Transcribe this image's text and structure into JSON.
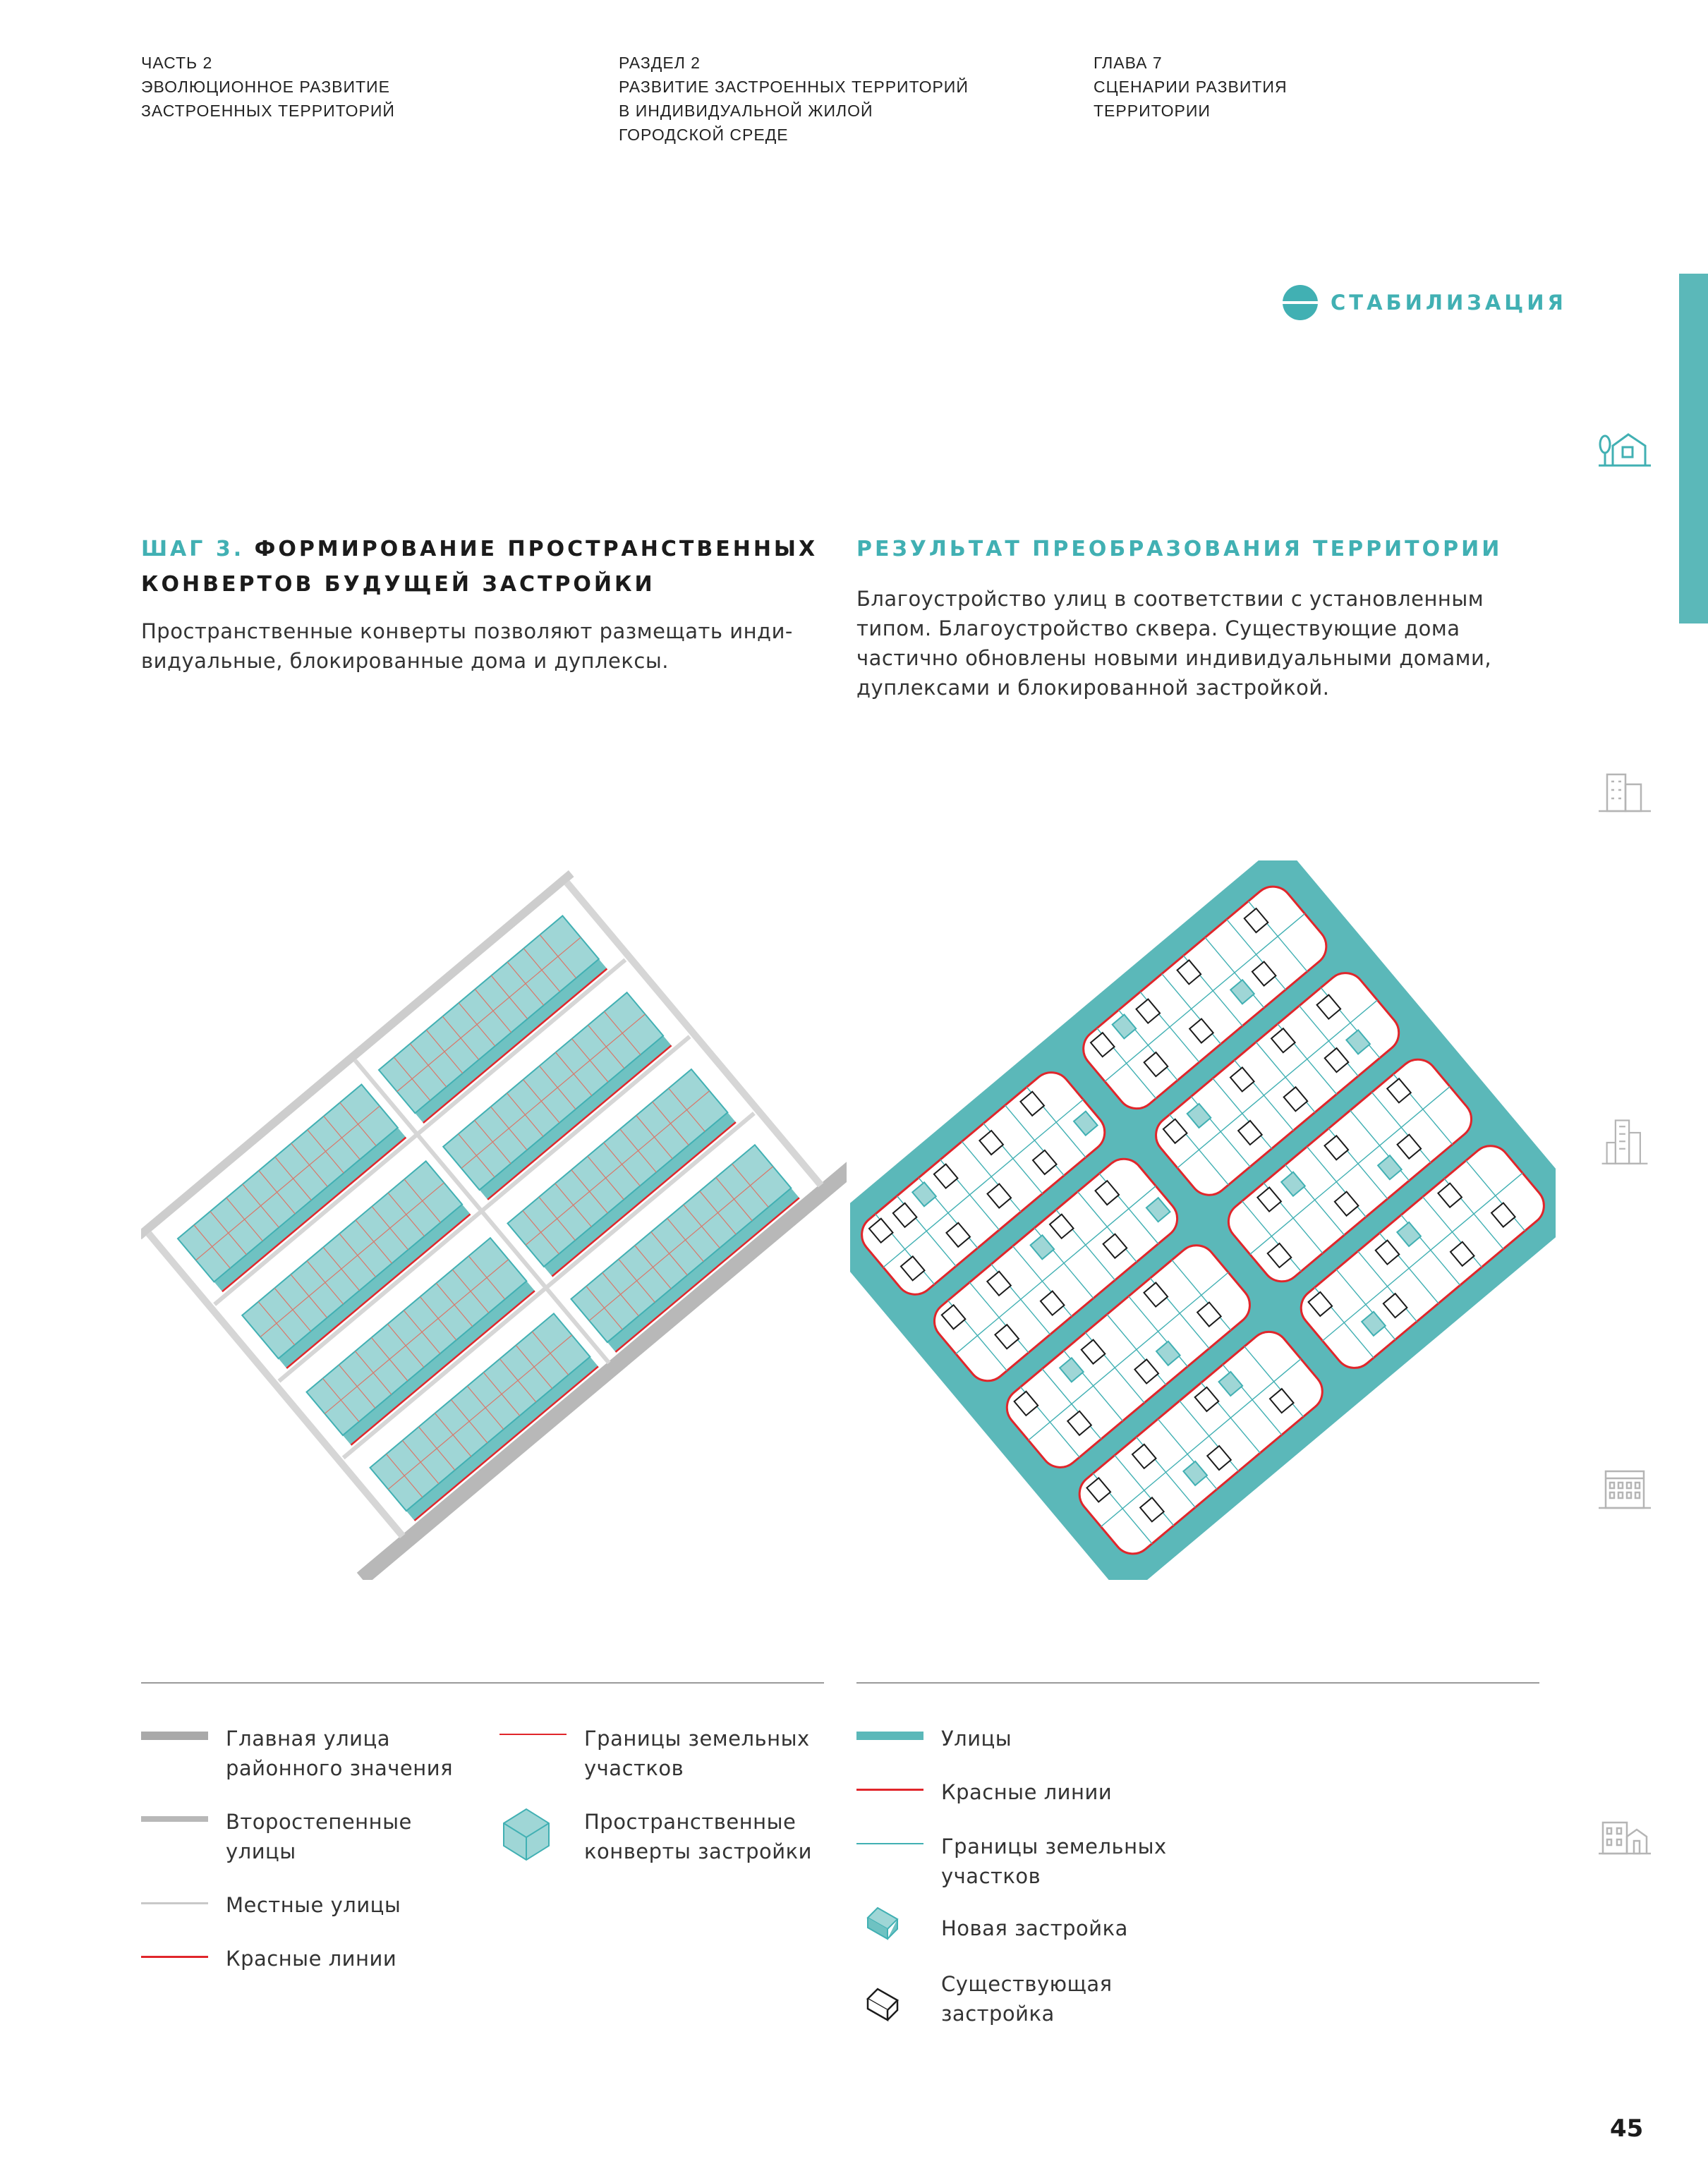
{
  "header": {
    "col1": "ЧАСТЬ 2\nЭВОЛЮЦИОННОЕ РАЗВИТИЕ\nЗАСТРОЕННЫХ ТЕРРИТОРИЙ",
    "col2": "РАЗДЕЛ 2\nРАЗВИТИЕ ЗАСТРОЕННЫХ ТЕРРИТОРИЙ\nВ ИНДИВИДУАЛЬНОЙ ЖИЛОЙ\nГОРОДСКОЙ СРЕДЕ",
    "col3": "ГЛАВА 7\nСЦЕНАРИИ РАЗВИТИЯ\nТЕРРИТОРИИ"
  },
  "badge": {
    "label": "СТАБИЛИЗАЦИЯ",
    "icon": "circle-half-icon",
    "color": "#41b0b3"
  },
  "sidebar": {
    "accent_color": "#5bb8b9",
    "icons": [
      "house-tree-icon",
      "lowrise-building-icon",
      "highrise-building-icon",
      "midrise-building-icon",
      "mixed-buildings-icon"
    ]
  },
  "left_section": {
    "step_label": "ШАГ 3.",
    "title_line1": "ФОРМИРОВАНИЕ ПРОСТРАНСТВЕННЫХ",
    "title_line2": "КОНВЕРТОВ БУДУЩЕЙ ЗАСТРОЙКИ",
    "body": "Пространственные конверты позволяют размещать инди-\nвидуальные, блокированные дома и дуплексы."
  },
  "right_section": {
    "title": "РЕЗУЛЬТАТ ПРЕОБРАЗОВАНИЯ ТЕРРИТОРИИ",
    "body": "Благоустройство улиц в соответствии с установленным\nтипом. Благоустройство сквера. Существующие дома\nчастично обновлены новыми индивидуальными домами,\nдуплексами и блокированной застройкой."
  },
  "colors": {
    "teal": "#41b0b3",
    "envelope": "#9fd6d6",
    "red_line": "#e0262b",
    "gray_main": "#a9a9a9",
    "gray_secondary": "#bdbdbd",
    "gray_local": "#cfcfcf"
  },
  "legend_left": {
    "col1": [
      {
        "label": "Главная улица\nрайонного значения",
        "symbol": "main-street-line"
      },
      {
        "label": "Второстепенные\nулицы",
        "symbol": "secondary-street-line"
      },
      {
        "label": "Местные улицы",
        "symbol": "local-street-line"
      },
      {
        "label": "Красные линии",
        "symbol": "red-line"
      }
    ],
    "col2": [
      {
        "label": "Границы земельных\nучастков",
        "symbol": "plot-boundary-red-thin"
      },
      {
        "label": "Пространственные\nконверты застройки",
        "symbol": "envelope-box-icon"
      }
    ]
  },
  "legend_right": [
    {
      "label": "Улицы",
      "symbol": "street-teal-line"
    },
    {
      "label": "Красные линии",
      "symbol": "red-line"
    },
    {
      "label": "Границы земельных\nучастков",
      "symbol": "plot-boundary-teal-thin"
    },
    {
      "label": "Новая застройка",
      "symbol": "new-house-icon"
    },
    {
      "label": "Существующая\nзастройка",
      "symbol": "existing-house-icon"
    }
  ],
  "page_number": "45"
}
